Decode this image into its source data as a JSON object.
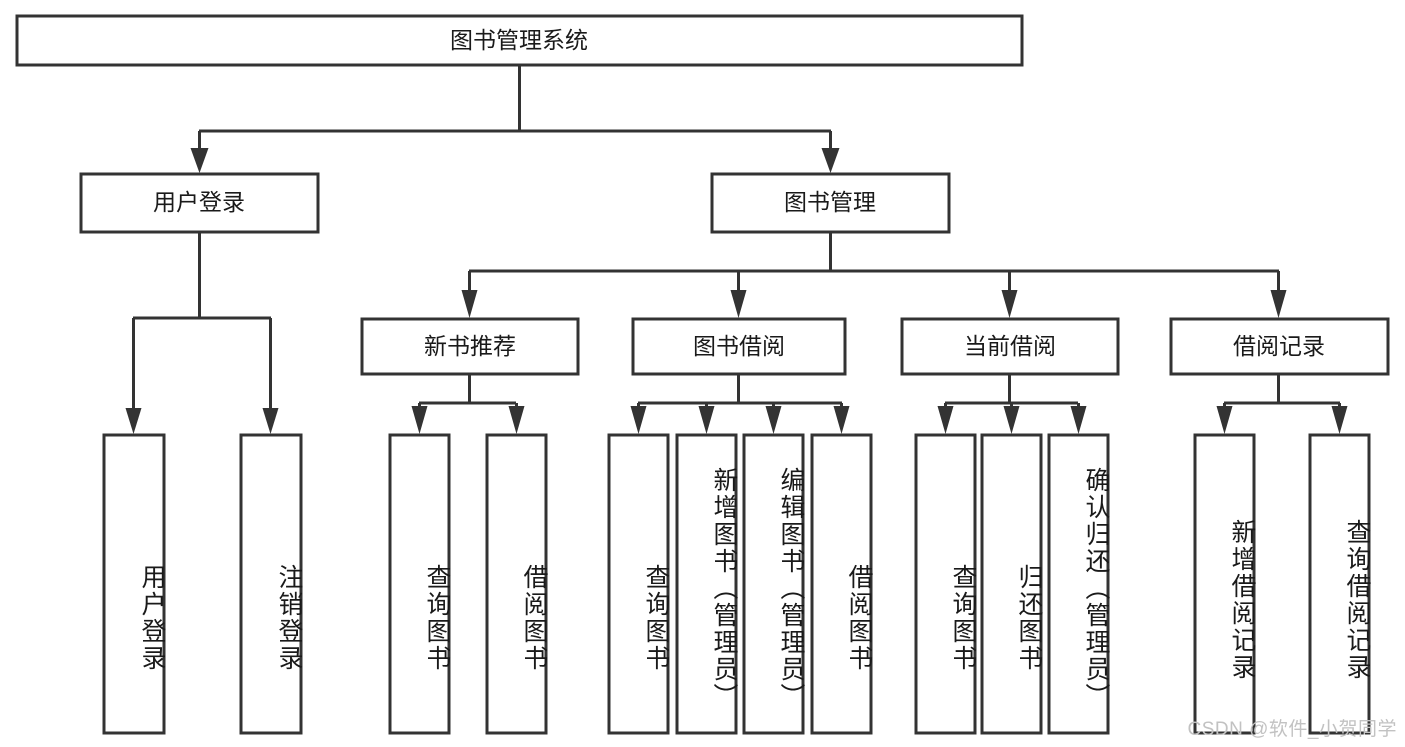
{
  "diagram": {
    "title_node": {
      "label": "图书管理系统"
    },
    "level1": [
      {
        "id": "user-login",
        "label": "用户登录"
      },
      {
        "id": "book-management",
        "label": "图书管理"
      }
    ],
    "level2": [
      {
        "id": "new-book-recommend",
        "label": "新书推荐",
        "parent": "book-management"
      },
      {
        "id": "book-borrow",
        "label": "图书借阅",
        "parent": "book-management"
      },
      {
        "id": "current-borrow",
        "label": "当前借阅",
        "parent": "book-management"
      },
      {
        "id": "borrow-record",
        "label": "借阅记录",
        "parent": "book-management"
      }
    ],
    "leaves": [
      {
        "id": "leaf-user-login",
        "label": "用户登录",
        "parent": "user-login"
      },
      {
        "id": "leaf-logout-login",
        "label": "注销登录",
        "parent": "user-login"
      },
      {
        "id": "leaf-query-book-1",
        "label": "查询图书",
        "parent": "new-book-recommend"
      },
      {
        "id": "leaf-borrow-book-1",
        "label": "借阅图书",
        "parent": "new-book-recommend"
      },
      {
        "id": "leaf-query-book-2",
        "label": "查询图书",
        "parent": "book-borrow"
      },
      {
        "id": "leaf-add-book",
        "label": "新增图书（管理员）",
        "parent": "book-borrow"
      },
      {
        "id": "leaf-edit-book",
        "label": "编辑图书（管理员）",
        "parent": "book-borrow"
      },
      {
        "id": "leaf-borrow-book-2",
        "label": "借阅图书",
        "parent": "book-borrow"
      },
      {
        "id": "leaf-query-book-3",
        "label": "查询图书",
        "parent": "current-borrow"
      },
      {
        "id": "leaf-return-book",
        "label": "归还图书",
        "parent": "current-borrow"
      },
      {
        "id": "leaf-confirm-return",
        "label": "确认归还（管理员）",
        "parent": "current-borrow"
      },
      {
        "id": "leaf-add-record",
        "label": "新增借阅记录",
        "parent": "borrow-record"
      },
      {
        "id": "leaf-query-record",
        "label": "查询借阅记录",
        "parent": "borrow-record"
      }
    ],
    "watermark": "CSDN @软件_小贺同学",
    "colors": {
      "stroke": "#333333",
      "fill": "#ffffff",
      "text": "#1a1a1a",
      "watermark": "#c2c2c2"
    }
  }
}
